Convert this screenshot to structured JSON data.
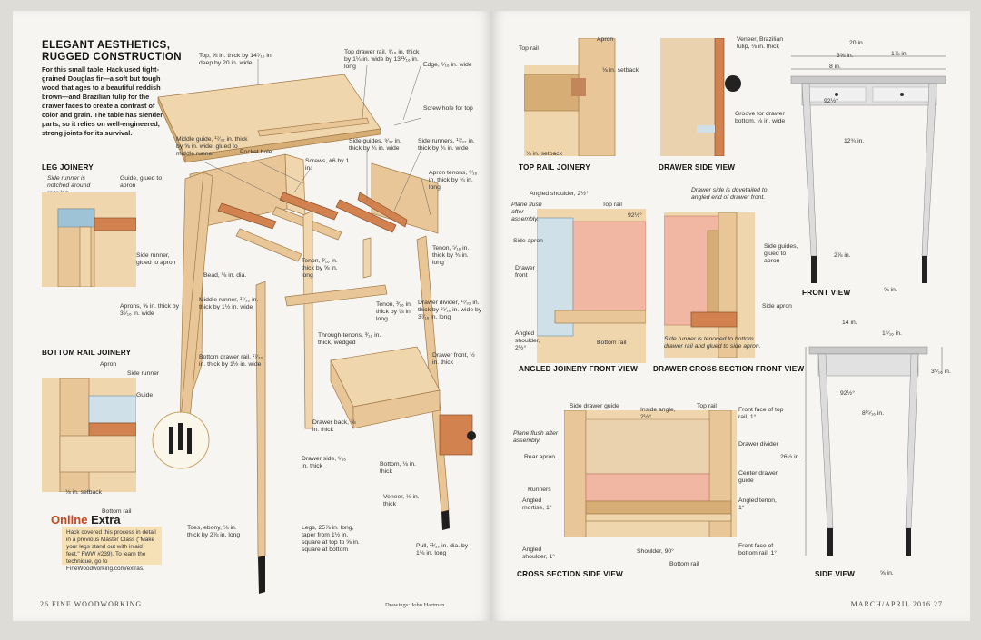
{
  "left_page": {
    "title_line1": "ELEGANT AESTHETICS,",
    "title_line2": "RUGGED CONSTRUCTION",
    "intro": "For this small table, Hack used tight-grained Douglas fir—a soft but tough wood that ages to a beautiful reddish brown—and Brazilian tulip for the drawer faces to create a contrast of color and grain. The table has slender parts, so it relies on well-engineered, strong joints for its survival.",
    "leg_joinery": {
      "heading": "LEG JOINERY",
      "notch_note": "Side runner is notched around rear leg.",
      "guide": "Guide, glued to apron",
      "side_runner": "Side runner, glued to apron",
      "aprons": "Aprons, ⅝ in. thick by 3⁵⁄₁₆ in. wide"
    },
    "bottom_rail_joinery": {
      "heading": "BOTTOM RAIL JOINERY",
      "apron": "Apron",
      "side_runner": "Side runner",
      "guide": "Guide",
      "setback": "⅛ in. setback",
      "bottom_rail": "Bottom rail"
    },
    "labels": {
      "top": "Top, ⅝ in. thick by 14⁷⁄₁₆ in. deep by 20 in. wide",
      "top_drawer_rail": "Top drawer rail, ⁹⁄₁₆ in. thick by 1¼ in. wide by 13¹¹⁄₁₆ in. long",
      "edge": "Edge, ⁵⁄₁₆ in. wide",
      "screw_hole": "Screw hole for top",
      "middle_guide": "Middle guide, ¹⁷⁄₃₂ in. thick by ⅝ in. wide, glued to middle runner",
      "pocket_hole": "Pocket hole",
      "screws": "Screws, #6 by 1 in.",
      "side_guides": "Side guides, ⁹⁄₃₂ in. thick by ¾ in. wide",
      "side_runners": "Side runners, ¹⁷⁄₃₂ in. thick by ¾ in. wide",
      "apron_tenons": "Apron tenons, ⁵⁄₁₆ in. thick by ¾ in. long",
      "tenon_a": "Tenon, ⁵⁄₁₆ in. thick by ¾ in. long",
      "tenon_b": "Tenon, ³⁄₁₆ in. thick by ⅝ in. long",
      "tenon_c": "Tenon, ³⁄₁₆ in. thick by ⅝ in. long",
      "bead": "Bead, ⅛ in. dia.",
      "middle_runner": "Middle runner, ¹⁷⁄₃₂ in. thick by 1½ in. wide",
      "drawer_divider": "Drawer divider, ¹⁷⁄₃₂ in. thick by ¹⁵⁄₁₆ in. wide by 3⁷⁄₁₆ in. long",
      "through_tenons": "Through-tenons, ³⁄₁₆ in. thick, wedged",
      "bottom_drawer_rail": "Bottom drawer rail, ¹⁷⁄₃₂ in. thick by 1½ in. wide",
      "drawer_front": "Drawer front, ½ in. thick",
      "drawer_back": "Drawer back, ⅜ in. thick",
      "drawer_side": "Drawer side, ⁵⁄₁₆ in. thick",
      "bottom": "Bottom, ⅛ in. thick",
      "veneer": "Veneer, ⅛ in. thick",
      "toes": "Toes, ebony, ⅛ in. thick by 2⅞ in. long",
      "legs": "Legs, 25⅞ in. long, taper from 1½ in. square at top to ⅝ in. square at bottom",
      "pull": "Pull, ²¹⁄₃₂ in. dia. by 1⅛ in. long"
    },
    "online_extra": {
      "title_a": "Online",
      "title_b": " Extra",
      "body": "Hack covered this process in detail in a previous Master Class (\"Make your legs stand out with inlaid feet,\" FWW #239). To learn the technique, go to FineWoodworking.com/extras."
    },
    "folio": "26   FINE WOODWORKING",
    "credit": "Drawings: John Hartman"
  },
  "right_page": {
    "top_rail_joinery": {
      "heading": "TOP RAIL JOINERY",
      "top_rail": "Top rail",
      "apron": "Apron",
      "setback1": "⅛ in. setback",
      "setback2": "⅛ in. setback"
    },
    "drawer_side_view": {
      "heading": "DRAWER SIDE VIEW",
      "veneer": "Veneer, Brazilian tulip, ⅛ in. thick",
      "groove": "Groove for drawer bottom, ⅛ in. wide"
    },
    "angled_joinery": {
      "heading": "ANGLED JOINERY FRONT VIEW",
      "angled_shoulder_top": "Angled shoulder, 2½°",
      "top_rail": "Top rail",
      "plane_flush": "Plane flush after assembly.",
      "angle": "92½°",
      "side_apron": "Side apron",
      "drawer_front": "Drawer front",
      "angled_shoulder_bottom": "Angled shoulder, 2½°",
      "bottom_rail": "Bottom rail"
    },
    "drawer_cross_section": {
      "heading": "DRAWER CROSS SECTION FRONT VIEW",
      "dovetail_note": "Drawer side is dovetailed to angled end of drawer front.",
      "side_guides": "Side guides, glued to apron",
      "side_runner_note": "Side runner is tenoned to bottom drawer rail and glued to side apron.",
      "side_apron": "Side apron"
    },
    "cross_section_side": {
      "heading": "CROSS SECTION SIDE VIEW",
      "side_drawer_guide": "Side drawer guide",
      "inside_angle": "Inside angle, 2½°",
      "top_rail": "Top rail",
      "front_face_top": "Front face of top rail, 1°",
      "plane_flush": "Plane flush after assembly.",
      "rear_apron": "Rear apron",
      "drawer_divider": "Drawer divider",
      "center_guide": "Center drawer guide",
      "runners": "Runners",
      "angled_mortise": "Angled mortise, 1°",
      "angled_tenon": "Angled tenon, 1°",
      "angled_shoulder": "Angled shoulder, 1°",
      "shoulder": "Shoulder, 90°",
      "bottom_rail": "Bottom rail",
      "front_face_bottom": "Front face of bottom rail, 1°"
    },
    "front_view": {
      "heading": "FRONT VIEW",
      "width": "20 in.",
      "dim_a": "3⅝ in.",
      "dim_b": "8 in.",
      "dim_c": "1⅞ in.",
      "angle": "92½°",
      "dim_d": "12¾ in.",
      "dim_e": "2⅞ in.",
      "dim_f": "⅝ in."
    },
    "side_view": {
      "heading": "SIDE VIEW",
      "depth": "14 in.",
      "dim_a": "1⁹⁄₁₆ in.",
      "dim_b": "3⁵⁄₁₆ in.",
      "angle": "92½°",
      "dim_c": "8¹⁵⁄₁₆ in.",
      "height": "26½ in.",
      "dim_d": "⅝ in."
    },
    "folio": "MARCH/APRIL 2016   27"
  }
}
